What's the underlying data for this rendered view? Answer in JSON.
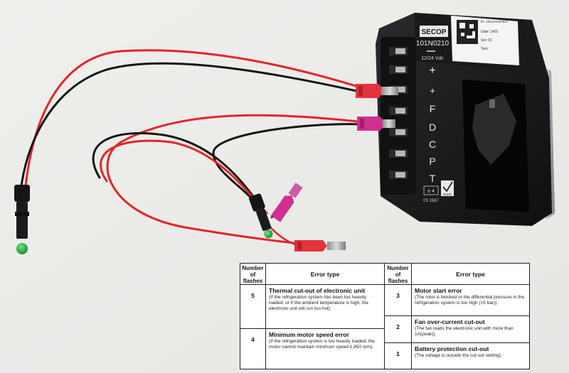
{
  "device": {
    "brand": "SECOP",
    "model": "101N0210",
    "voltage": "12/24 Vdc",
    "terminals": [
      "+",
      "+",
      "F",
      "D",
      "C",
      "P",
      "T"
    ],
    "cert_e": "e 4",
    "cert_code": "03 1587",
    "rohs": "RoHS",
    "label_id": "ID: 19/1401087811",
    "label_date": "Date: 1401",
    "label_ser": "Ser: 01",
    "label_test": "Test:"
  },
  "error_table": {
    "header_number": "Number of flashes",
    "header_type": "Error type",
    "left_rows": [
      {
        "flashes": "5",
        "title": "Thermal cut-out of electronic unit",
        "desc": "(If the refrigeration system has been too heavily loaded, or if the ambient temperature is high, the electronic unit will run too hot)."
      },
      {
        "flashes": "4",
        "title": "Minimum motor speed error",
        "desc": "(If the refrigeration system is too heavily loaded, the motor cannot maintain minimum speed 1,850 rpm)."
      }
    ],
    "right_rows": [
      {
        "flashes": "3",
        "title": "Motor start error",
        "desc": "(The rotor is blocked or the differential pressure in the refrigeration system is too high (>5 bar))."
      },
      {
        "flashes": "2",
        "title": "Fan over-current cut-out",
        "desc": "(The fan loads the electronic unit with more than 1A(peak))."
      },
      {
        "flashes": "1",
        "title": "Battery protection cut-out",
        "desc": "(The voltage is outside the cut-out setting)."
      }
    ]
  },
  "colors": {
    "background": "#f1f1ef",
    "housing": "#1c1c1e",
    "wire_red": "#e0262b",
    "wire_black": "#151515",
    "terminal_red": "#e2343c",
    "terminal_pink": "#d0308f",
    "led_green": "#1fae3a"
  }
}
